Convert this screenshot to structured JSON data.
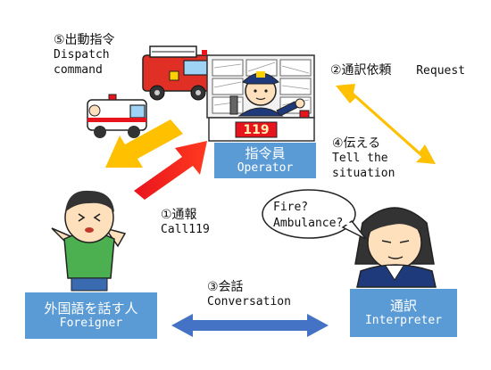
{
  "operator_box": {
    "jp": "指令員",
    "en": "Operator"
  },
  "foreigner_box": {
    "jp": "外国語を話す人",
    "en": "Foreigner"
  },
  "interpreter_box": {
    "jp": "通訳",
    "en": "Interpreter"
  },
  "panel_number": "119",
  "steps": {
    "call": {
      "num_jp": "①通報",
      "en": "Call119"
    },
    "request": {
      "num_jp": "②通訳依頼",
      "en": "Request"
    },
    "conversation": {
      "num_jp": "③会話",
      "en": "Conversation"
    },
    "tell": {
      "num_jp": "④伝える",
      "en_line1": "Tell the",
      "en_line2": "situation"
    },
    "dispatch": {
      "num_jp": "⑤出動指令",
      "en_line1": "Dispatch",
      "en_line2": "command"
    }
  },
  "speech_bubble": {
    "line1": "Fire?",
    "line2": "Ambulance?"
  },
  "colors": {
    "box_blue": "#5b9bd5",
    "arrow_red": "#e8141d",
    "arrow_yellow": "#ffc000",
    "arrow_blue": "#4472c4"
  }
}
